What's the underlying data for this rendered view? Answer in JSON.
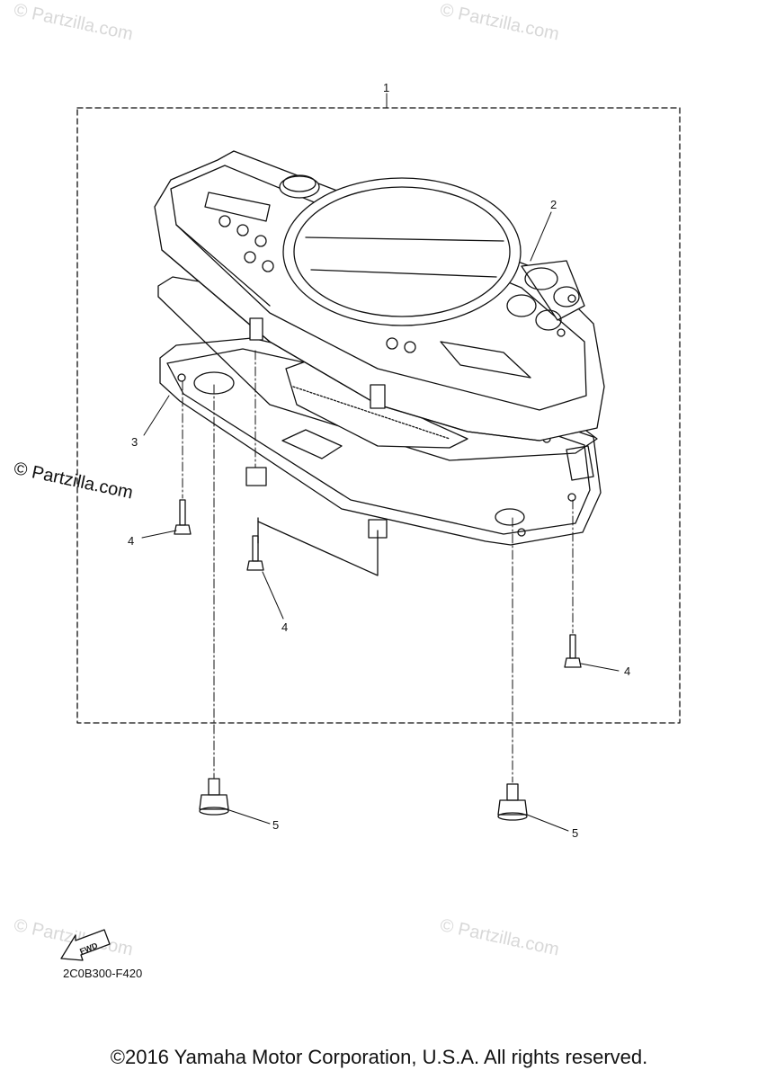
{
  "watermark": "© Partzilla.com",
  "callouts": [
    "1",
    "2",
    "3",
    "4",
    "4",
    "4",
    "5",
    "5"
  ],
  "fwd_label": "FWD",
  "diagram_code": "2C0B300-F420",
  "copyright": "©2016 Yamaha Motor Corporation, U.S.A. All rights reserved."
}
